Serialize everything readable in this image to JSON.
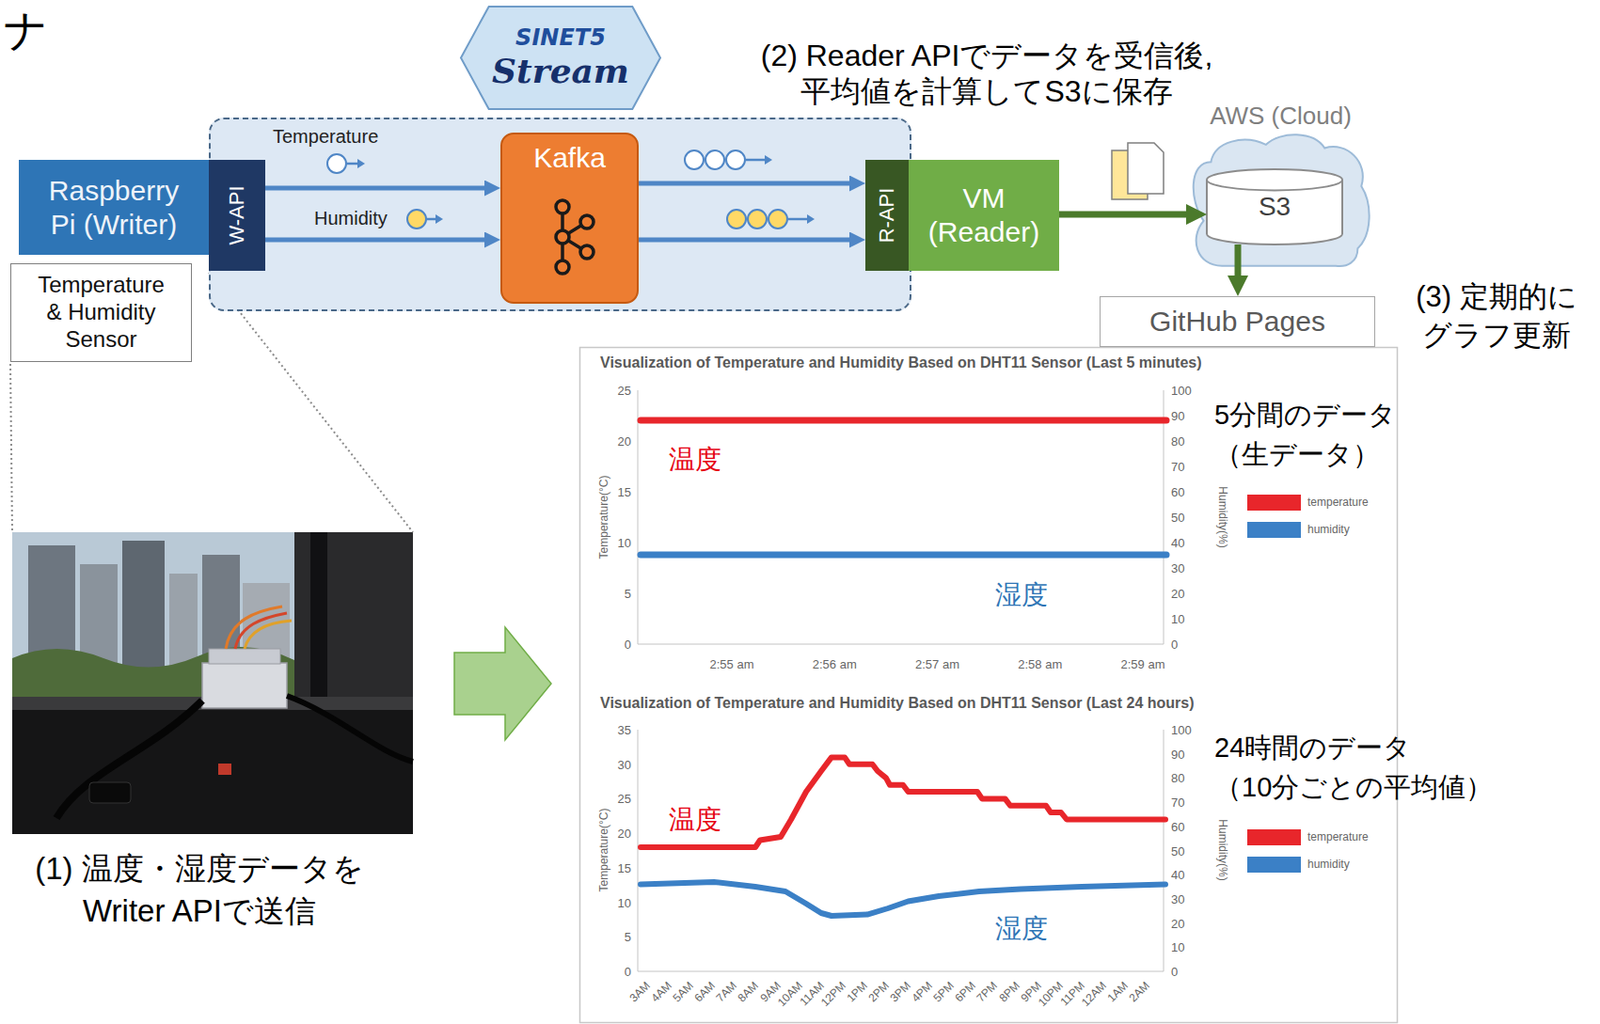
{
  "diagram": {
    "nodes": [
      {
        "text": [
          "Raspberry Pi (Writer)"
        ]
      },
      {
        "text": [
          "Temperature & Humidity Sensor"
        ]
      },
      {
        "text": [
          "SINET5",
          "Stream"
        ]
      },
      {
        "text": [
          "W-API"
        ],
        "in": 2
      },
      {
        "text": [
          "Kafka"
        ],
        "in": 2
      },
      {
        "text": [
          "R-API"
        ],
        "in": 2
      },
      {
        "text": [
          "VM (Reader)"
        ]
      },
      {
        "text": [
          "AWS (Cloud)"
        ]
      },
      {
        "text": [
          "S3"
        ],
        "in": 7
      },
      {
        "text": [
          "GitHub Pages"
        ]
      }
    ],
    "edges": [
      {
        "from": 3,
        "to": 4,
        "arrow": "to",
        "label": "Temperature"
      },
      {
        "from": 3,
        "to": 4,
        "arrow": "to",
        "label": "Humidity"
      },
      {
        "from": 4,
        "to": 5,
        "arrow": "to"
      },
      {
        "from": 4,
        "to": 5,
        "arrow": "to"
      },
      {
        "from": 6,
        "to": 8,
        "arrow": "to"
      },
      {
        "from": 8,
        "to": 9,
        "arrow": "to"
      }
    ],
    "labels": [
      "ナ",
      "(2) Reader APIでデータを受信後, 平均値を計算してS3に保存",
      "(3) 定期的に グラフ更新",
      "(1) 温度・湿度データを Writer APIで送信",
      "Visualization of Temperature and Humidity Based on DHT11 Sensor (Last 5 minutes)",
      "5分間のデータ （生データ）",
      "温度",
      "湿度",
      "Temperature(°C)",
      "Humidity(%)",
      "0",
      "5",
      "10",
      "15",
      "20",
      "25",
      "0",
      "10",
      "20",
      "30",
      "40",
      "50",
      "60",
      "70",
      "80",
      "90",
      "100",
      "2:55 am",
      "2:56 am",
      "2:57 am",
      "2:58 am",
      "2:59 am",
      "Visualization of Temperature and Humidity Based on DHT11 Sensor (Last 24 hours)",
      "24時間のデータ （10分ごとの平均値）",
      "温度",
      "湿度",
      "Temperature(°C)",
      "Humidity(%)",
      "0",
      "5",
      "10",
      "15",
      "20",
      "25",
      "30",
      "35",
      "0",
      "10",
      "20",
      "30",
      "40",
      "50",
      "60",
      "70",
      "80",
      "90",
      "100",
      "3AM",
      "4AM",
      "5AM",
      "6AM",
      "7AM",
      "8AM",
      "9AM",
      "10AM",
      "11AM",
      "12PM",
      "1PM",
      "2PM",
      "3PM",
      "4PM",
      "5PM",
      "6PM",
      "7PM",
      "8PM",
      "9PM",
      "10PM",
      "11PM",
      "12AM",
      "1AM",
      "2AM"
    ],
    "legend": [
      {
        "text": "temperature",
        "color": "#e8262b"
      },
      {
        "text": "humidity",
        "color": "#3b80c6"
      },
      {
        "text": "temperature",
        "color": "#e8262b"
      },
      {
        "text": "humidity",
        "color": "#3b80c6"
      }
    ]
  }
}
